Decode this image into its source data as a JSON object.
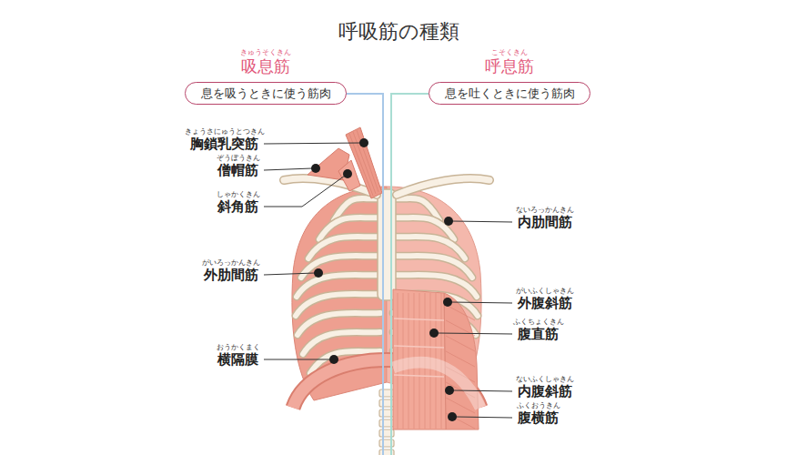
{
  "diagram": {
    "title": "呼吸筋の種類",
    "nodes": [
      {
        "text": [
          "吸息筋",
          "息を吸うときに使う筋肉"
        ]
      },
      {
        "text": [
          "呼息筋",
          "息を吐くときに使う筋肉"
        ]
      }
    ],
    "labels": [
      "きゅうそくきん",
      "こそくきん",
      "きょうさにゅうとつきん",
      "胸鎖乳突筋",
      "ぞうぼうきん",
      "僧帽筋",
      "しゃかくきん",
      "斜角筋",
      "がいろっかんきん",
      "外肋間筋",
      "おうかくまく",
      "横隔膜",
      "ないろっかんきん",
      "内肋間筋",
      "がいふくしゃきん",
      "外腹斜筋",
      "ふくちょくきん",
      "腹直筋",
      "ないふくしゃきん",
      "内腹斜筋",
      "ふくおうきん",
      "腹横筋"
    ]
  }
}
